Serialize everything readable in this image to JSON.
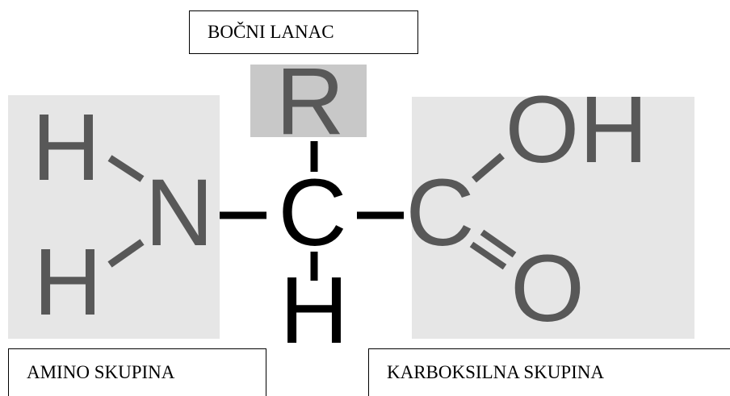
{
  "labels": {
    "side_chain": "BOČNI LANAC",
    "amino_group": "AMINO SKUPINA",
    "carboxyl_group": "KARBOKSILNA SKUPINA"
  },
  "atoms": {
    "h_top_left": "H",
    "n": "N",
    "h_bottom_left": "H",
    "r": "R",
    "c_alpha": "C",
    "h_bottom": "H",
    "c_carboxyl": "C",
    "oh": "OH",
    "o": "O"
  },
  "colors": {
    "group_background": "#e6e6e6",
    "side_chain_background": "#c8c8c8",
    "muted_atom": "#585858",
    "central_atom": "#000000",
    "label_border": "#000000"
  }
}
